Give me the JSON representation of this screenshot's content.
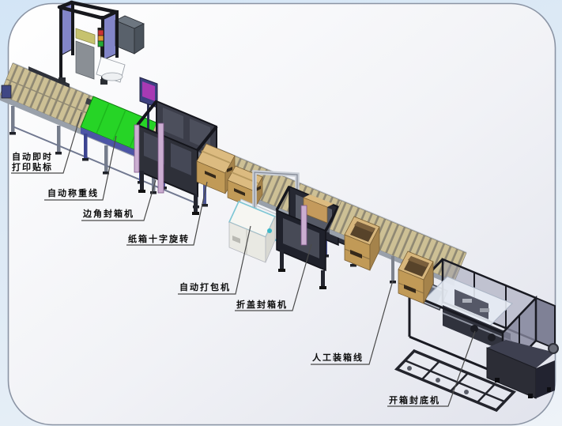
{
  "annotations": [
    {
      "id": "print-labeler",
      "line1": "自动即时",
      "line2": "打印贴标"
    },
    {
      "id": "weighing-line",
      "text": "自动称重线"
    },
    {
      "id": "corner-sealer",
      "text": "边角封箱机"
    },
    {
      "id": "carton-rotation",
      "text": "纸箱十字旋转"
    },
    {
      "id": "strapping-machine",
      "text": "自动打包机"
    },
    {
      "id": "flap-sealer",
      "text": "折盖封箱机"
    },
    {
      "id": "manual-packing",
      "text": "人工装箱线"
    },
    {
      "id": "case-erector",
      "text": "开箱封底机"
    }
  ],
  "colors": {
    "background_outer": "#d6e6f5",
    "border": "#8b94a4",
    "roller_tan": "#cdc095",
    "belt_green": "#26d426",
    "panel_purple": "#8285c8",
    "column_pink": "#cbaed1",
    "carton_side": "#c19a57",
    "carton_top": "#dcbb80",
    "machine_white": "#f3f3ef",
    "machine_dark": "#262832",
    "signal_red": "#cc3333",
    "signal_yellow": "#dd9933",
    "signal_green": "#22aa33",
    "leg_blue": "#47518f"
  }
}
